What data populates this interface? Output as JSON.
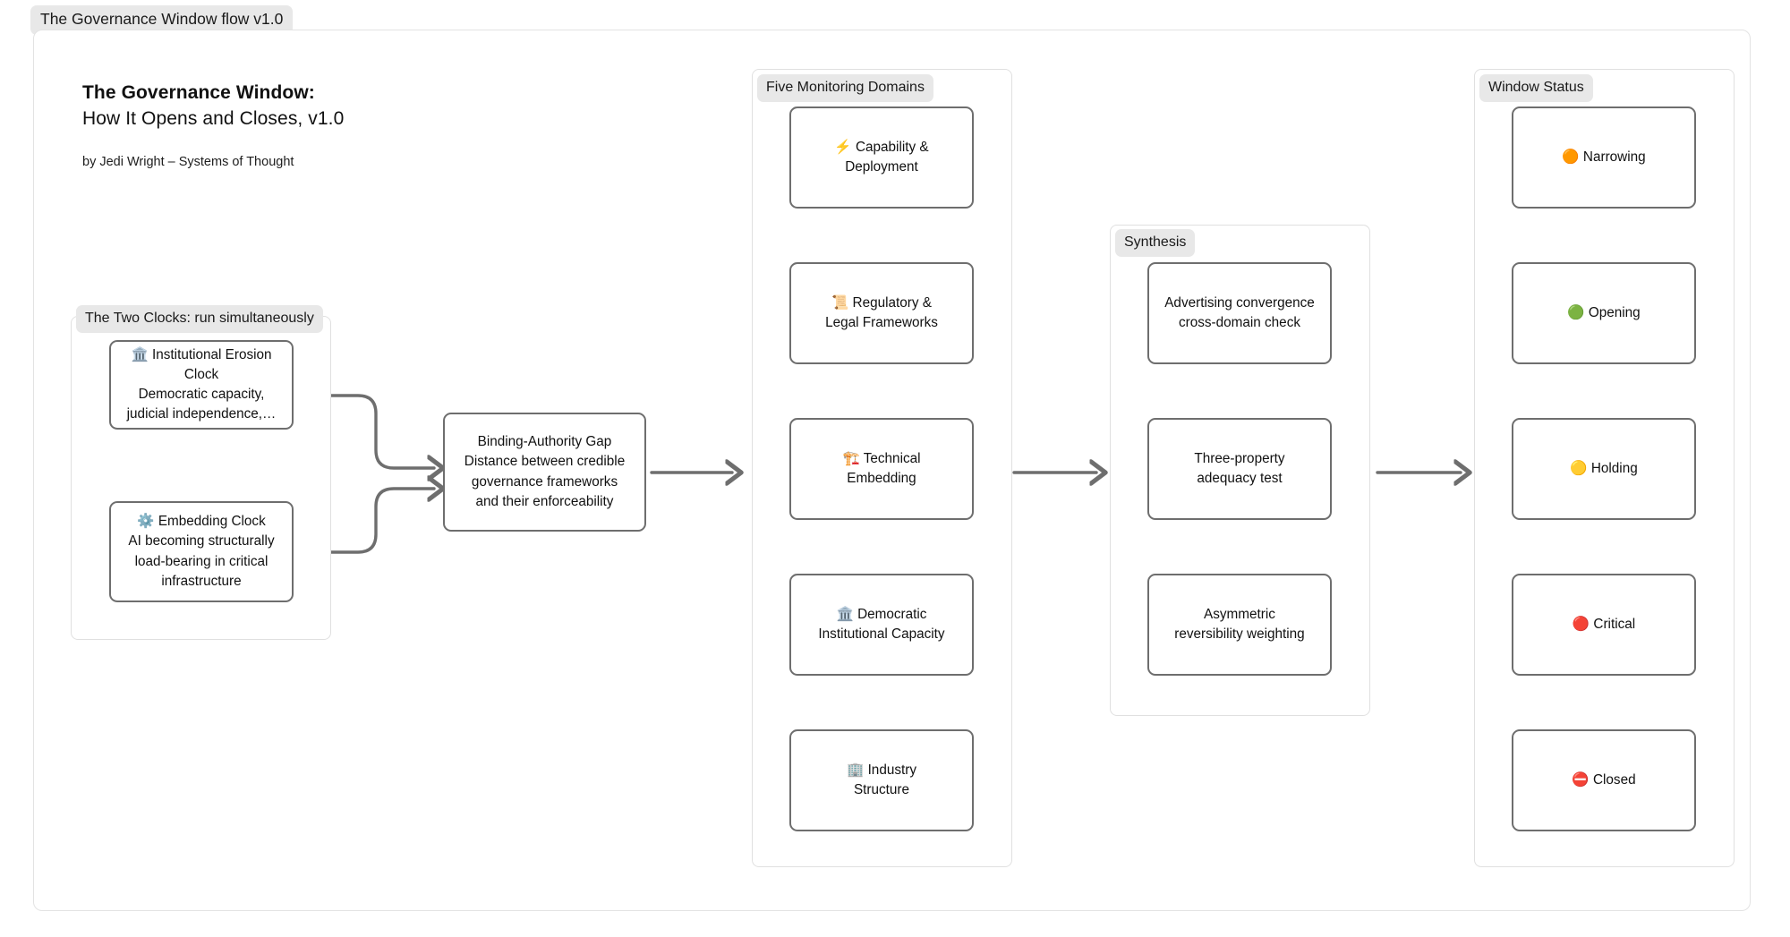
{
  "window": {
    "tab_label": "The Governance Window flow v1.0"
  },
  "title": {
    "line1": "The Governance Window:",
    "line2": "How It Opens and Closes, v1.0",
    "byline": "by Jedi Wright – Systems of Thought"
  },
  "clocks_group": {
    "label": "The Two Clocks: run simultaneously",
    "nodes": [
      {
        "icon": "🏛️",
        "icon_name": "classical-building-icon",
        "text": "Institutional Erosion Clock\nDemocratic capacity, judicial independence,…"
      },
      {
        "icon": "⚙️",
        "icon_name": "gear-icon",
        "text": "Embedding Clock\nAI becoming structurally load-bearing in critical infrastructure"
      }
    ]
  },
  "gap_node": {
    "line1": "Binding-Authority Gap",
    "line2": "Distance between credible",
    "line3": "governance frameworks",
    "line4": "and their enforceability"
  },
  "domains_group": {
    "label": "Five Monitoring Domains",
    "nodes": [
      {
        "icon": "⚡",
        "icon_name": "lightning-bolt-icon",
        "line1": "Capability &",
        "line2": "Deployment"
      },
      {
        "icon": "📜",
        "icon_name": "scroll-icon",
        "line1": "Regulatory &",
        "line2": "Legal Frameworks"
      },
      {
        "icon": "🏗️",
        "icon_name": "construction-crane-icon",
        "line1": "Technical",
        "line2": "Embedding"
      },
      {
        "icon": "🏛️",
        "icon_name": "classical-building-icon",
        "line1": "Democratic",
        "line2": "Institutional Capacity"
      },
      {
        "icon": "🏢",
        "icon_name": "office-building-icon",
        "line1": "Industry",
        "line2": "Structure"
      }
    ]
  },
  "synthesis_group": {
    "label": "Synthesis",
    "nodes": [
      {
        "line1": "Advertising convergence",
        "line2": "cross-domain check"
      },
      {
        "line1": "Three-property",
        "line2": "adequacy test"
      },
      {
        "line1": "Asymmetric",
        "line2": "reversibility weighting"
      }
    ]
  },
  "status_group": {
    "label": "Window Status",
    "nodes": [
      {
        "icon": "🟠",
        "icon_name": "orange-circle-icon",
        "label": "Narrowing",
        "color": "#f5960b"
      },
      {
        "icon": "🟢",
        "icon_name": "green-circle-icon",
        "label": "Opening",
        "color": "#5cb033"
      },
      {
        "icon": "🟡",
        "icon_name": "yellow-circle-icon",
        "label": "Holding",
        "color": "#f2c31b"
      },
      {
        "icon": "🔴",
        "icon_name": "red-circle-icon",
        "label": "Critical",
        "color": "#f42f26"
      },
      {
        "icon": "⛔",
        "icon_name": "no-entry-icon",
        "label": "Closed",
        "color": "#ef3124"
      }
    ]
  },
  "colors": {
    "node_border": "#6e6e6e",
    "group_border": "#e0e0e0",
    "label_bg": "#e8e8e8",
    "wire": "#6e6e6e",
    "text": "#111111"
  }
}
